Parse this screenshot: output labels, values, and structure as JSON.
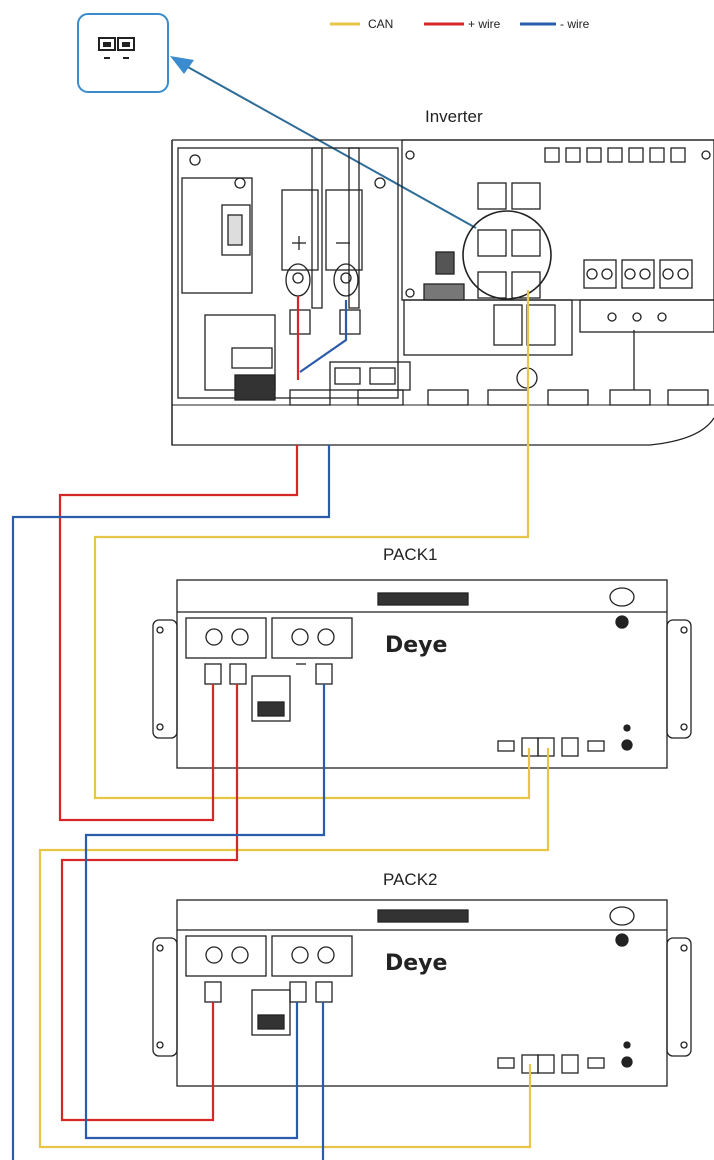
{
  "legend": {
    "items": [
      {
        "label": "CAN",
        "color": "#e8c547"
      },
      {
        "label": "+ wire",
        "color": "#d62728"
      },
      {
        "label": "- wire",
        "color": "#2b5bab"
      }
    ]
  },
  "inverter": {
    "label": "Inverter"
  },
  "packs": [
    {
      "label": "PACK1",
      "brand": "Deye"
    },
    {
      "label": "PACK2",
      "brand": "Deye"
    }
  ],
  "callout": {
    "icon": "rj45-double-port-icon",
    "border_color": "#3a8ccf"
  },
  "colors": {
    "can": "#e8c547",
    "positive": "#d62728",
    "negative": "#2b5bab",
    "line": "#222222"
  }
}
